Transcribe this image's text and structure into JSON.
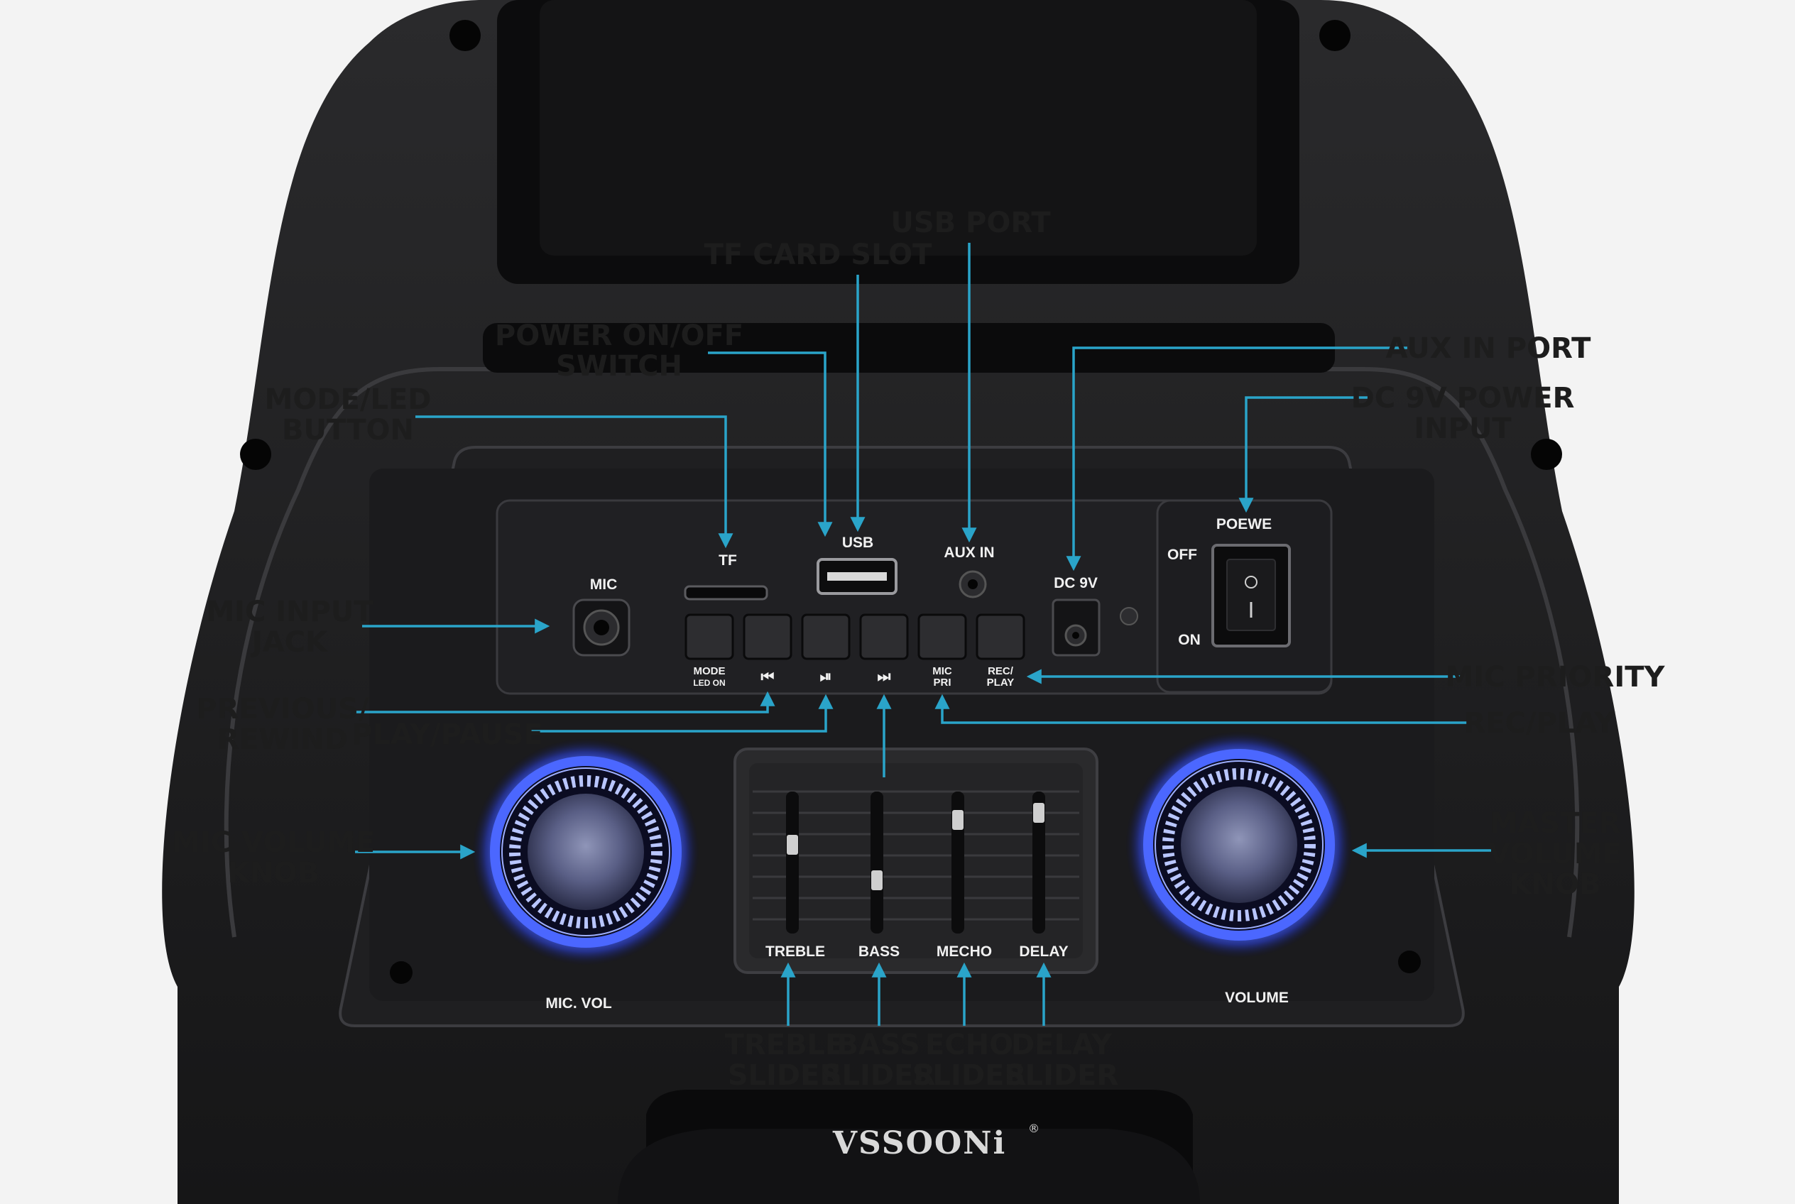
{
  "callouts": {
    "usb_port": "USB PORT",
    "tf_card_slot": "TF CARD SLOT",
    "power_switch_1": "POWER ON/OFF",
    "power_switch_2": "SWITCH",
    "mode_led_1": "MODE/LED",
    "mode_led_2": "BUTTON",
    "aux_in_port": "AUX IN PORT",
    "dc_power_1": "DC 9V POWER",
    "dc_power_2": "INPUT",
    "mic_input_1": "MIC INPUT",
    "mic_input_2": "JACK",
    "previous_1": "PREVIOUS/",
    "previous_2": "REWIND",
    "play_pause": "PLAY/PAUSE",
    "mic_priority": "MIC PRIORITY",
    "rec_play": "REC/PLAY",
    "mic_volume_1": "MIC VOLUME",
    "mic_volume_2": "KNOB",
    "master_volume_1": "MASTER",
    "master_volume_2": "VOLUME",
    "master_volume_3": "KNOB",
    "treble_1": "TREBLE",
    "treble_2": "SLIDER",
    "bass_1": "BASS",
    "bass_2": "SLIDER",
    "echo_1": "ECHO",
    "echo_2": "SLIDER",
    "delay_1": "DELAY",
    "delay_2": "SLIDER"
  },
  "panel": {
    "mic": "MIC",
    "tf": "TF",
    "usb": "USB",
    "aux_in": "AUX IN",
    "dc_9v": "DC 9V",
    "poewe": "POEWE",
    "off": "OFF",
    "on": "ON",
    "mode": "MODE",
    "led_on": "LED ON",
    "prev_symbol": "⏮",
    "play_symbol": "⏯",
    "next_symbol": "⏭",
    "mic_pri_1": "MIC",
    "mic_pri_2": "PRI",
    "rec_play_1": "REC/",
    "rec_play_2": "PLAY",
    "treble": "TREBLE",
    "bass": "BASS",
    "mecho": "MECHO",
    "delay": "DELAY",
    "mic_vol": "MIC. VOL",
    "volume": "VOLUME"
  },
  "brand": {
    "logo": "VSSOONi",
    "registered": "®"
  },
  "colors": {
    "leader_line": "#2aa4c9",
    "knob_glow": "#3a5cff",
    "speaker_body": "#1c1c1e",
    "background": "#f3f3f3"
  },
  "icons": [
    "previous-icon",
    "play-pause-icon",
    "next-icon"
  ]
}
